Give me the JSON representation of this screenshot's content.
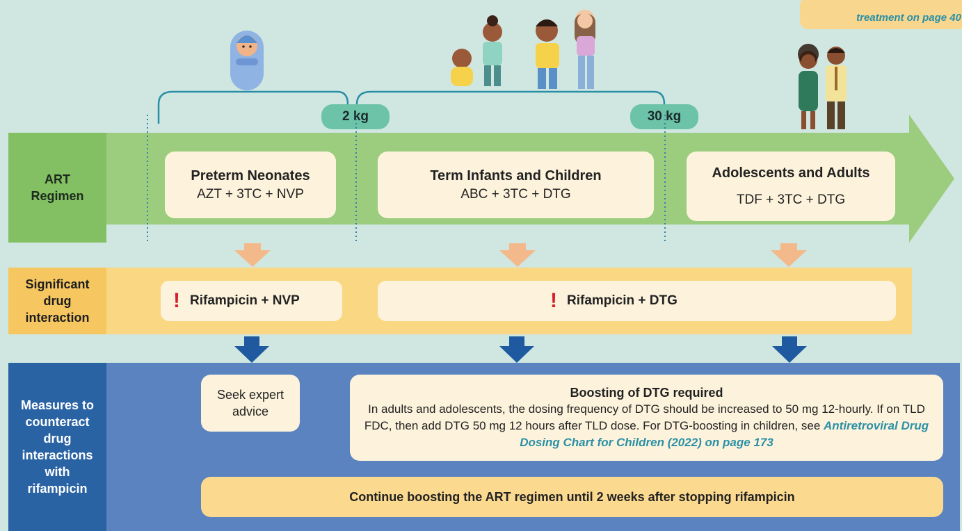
{
  "corner_note": "treatment on page 40",
  "weights": {
    "first": "2 kg",
    "second": "30 kg"
  },
  "rows": {
    "art": "ART Regimen",
    "interaction": "Significant drug interaction",
    "measures": "Measures to counteract drug interactions with rifampicin"
  },
  "groups": [
    {
      "title": "Preterm Neonates",
      "regimen": "AZT + 3TC + NVP"
    },
    {
      "title": "Term Infants and Children",
      "regimen": "ABC + 3TC + DTG"
    },
    {
      "title": "Adolescents and Adults",
      "regimen": "TDF + 3TC + DTG"
    }
  ],
  "interactions": [
    "Rifampicin + NVP",
    "Rifampicin + DTG"
  ],
  "measures": {
    "seek": "Seek expert advice",
    "boost_title": "Boosting of DTG required",
    "boost_text": "In adults and adolescents, the dosing frequency of DTG should be increased to 50 mg 12-hourly. If on TLD FDC, then add DTG 50 mg 12 hours after TLD dose. For DTG-boosting in children, see",
    "boost_link": "Antiretroviral Drug Dosing Chart for Children (2022) on page 173",
    "continue": "Continue boosting the ART regimen until 2 weeks after stopping rifampicin"
  },
  "colors": {
    "green_dark": "#83c063",
    "green_light": "#9ccc7e",
    "yellow_dark": "#f6c761",
    "yellow_light": "#fad782",
    "blue_dark": "#2a63a4",
    "blue_light": "#5b83c0",
    "cream": "#fdf3dc",
    "teal": "#6cc3a7"
  }
}
